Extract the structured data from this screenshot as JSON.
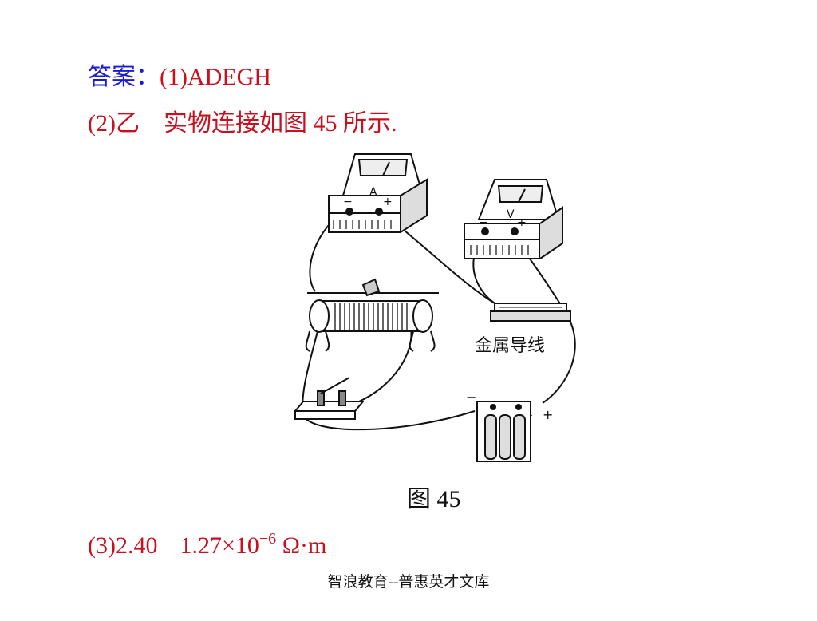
{
  "answer": {
    "label": "答案：",
    "part1": "(1)ADEGH",
    "part2_prefix": "(2)乙",
    "part2_text": "实物连接如图 45 所示.",
    "part3_prefix": "(3)2.40",
    "part3_value": "1.27×10",
    "part3_exponent": "−6",
    "part3_unit": "Ω·m"
  },
  "figure": {
    "caption": "图 45",
    "ammeter_letter": "A",
    "voltmeter_letter": "V",
    "minus_sign": "−",
    "plus_sign": "+",
    "wire_label": "金属导线"
  },
  "footer": "智浪教育--普惠英才文库"
}
